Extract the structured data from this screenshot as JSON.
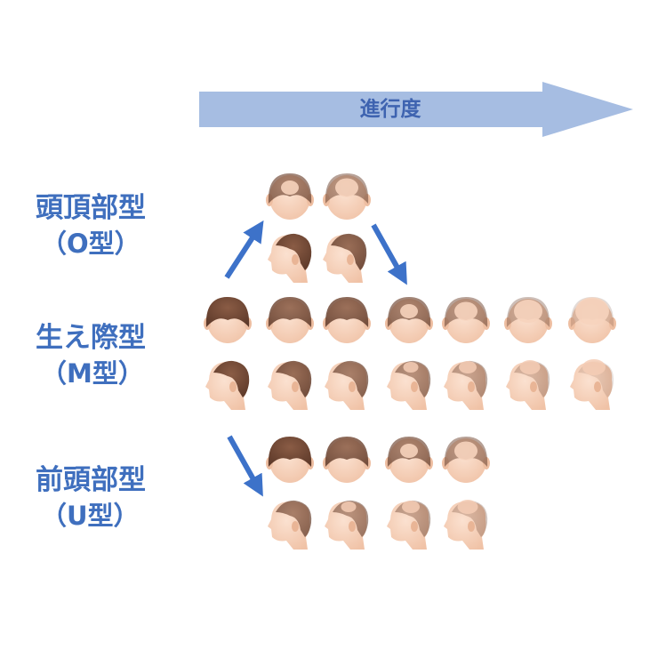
{
  "progress_label": "進行度",
  "groups": [
    {
      "name": "頭頂部型",
      "subtype": "（O型）"
    },
    {
      "name": "生え際型",
      "subtype": "（M型）"
    },
    {
      "name": "前頭部型",
      "subtype": "（U型）"
    }
  ],
  "colors": {
    "label_text": "#3f6fbe",
    "progress_arrow": "#a6bde2",
    "flow_arrow": "#3d72c9",
    "hair": "#6e4735",
    "skin": "#f6cfb8"
  },
  "illustrations": [
    {
      "row": "O-top",
      "view": "top",
      "stages": [
        2,
        3
      ]
    },
    {
      "row": "O-side",
      "view": "side",
      "stages": [
        0,
        1
      ]
    },
    {
      "row": "M-top",
      "view": "top",
      "stages": [
        0,
        1,
        1,
        2,
        3,
        4,
        5
      ]
    },
    {
      "row": "M-side",
      "view": "side",
      "stages": [
        0,
        1,
        2,
        3,
        4,
        5,
        6
      ]
    },
    {
      "row": "U-top",
      "view": "top",
      "stages": [
        0,
        1,
        2,
        3
      ]
    },
    {
      "row": "U-side",
      "view": "side",
      "stages": [
        2,
        3,
        4,
        5
      ]
    }
  ],
  "flow_arrows": [
    {
      "from": "M",
      "to": "O",
      "direction": "up-right"
    },
    {
      "from": "O",
      "to": "M",
      "direction": "down-right"
    },
    {
      "from": "M",
      "to": "U",
      "direction": "down-right"
    }
  ]
}
